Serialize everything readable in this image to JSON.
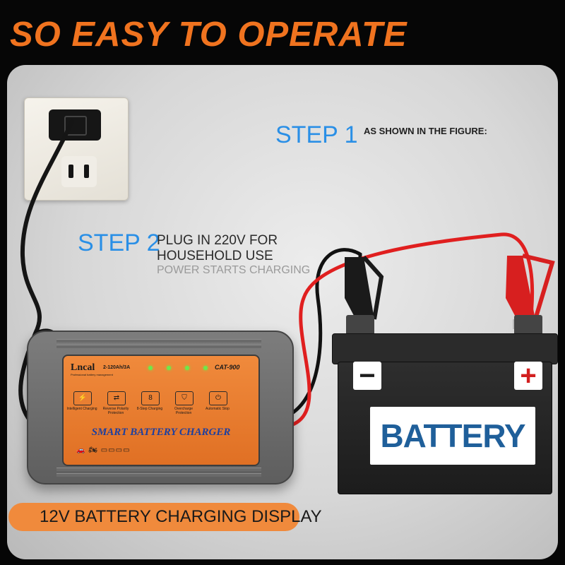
{
  "colors": {
    "headline": "#f0731f",
    "step_accent": "#2a8fe6",
    "caption_pill": "#f08a3c",
    "charger_face": "#e07024",
    "cable_positive": "#e01f1f",
    "cable_negative": "#111111",
    "battery_label_text": "#1f5f9a"
  },
  "headline": "SO EASY TO OPERATE",
  "step1": {
    "label": "STEP 1",
    "text": "AS SHOWN IN THE FIGURE:"
  },
  "step2": {
    "label": "STEP 2",
    "line1": "PLUG IN 220V FOR",
    "line2": "HOUSEHOLD USE",
    "line3": "POWER STARTS CHARGING"
  },
  "charger": {
    "brand": "Lncal",
    "brand_subtitle": "Professional battery management",
    "spec": "2-120Ah/3A",
    "model": "CAT-900",
    "title": "SMART BATTERY CHARGER",
    "features": [
      {
        "icon": "intelligent-charging-icon",
        "label": "Intelligent Charging"
      },
      {
        "icon": "reverse-polarity-icon",
        "label": "Reverse Polarity Protection"
      },
      {
        "icon": "eight-step-icon",
        "label": "8-Step Charging"
      },
      {
        "icon": "overcharge-shield-icon",
        "label": "Overcharge Protection"
      },
      {
        "icon": "stop-icon",
        "label": "Automatic Stop"
      }
    ],
    "vehicle_icons": [
      "car-icon",
      "motorcycle-icon",
      "battery-level-icon"
    ]
  },
  "battery": {
    "label": "BATTERY",
    "negative_symbol": "−",
    "positive_symbol": "+"
  },
  "caption": "12V BATTERY CHARGING DISPLAY"
}
